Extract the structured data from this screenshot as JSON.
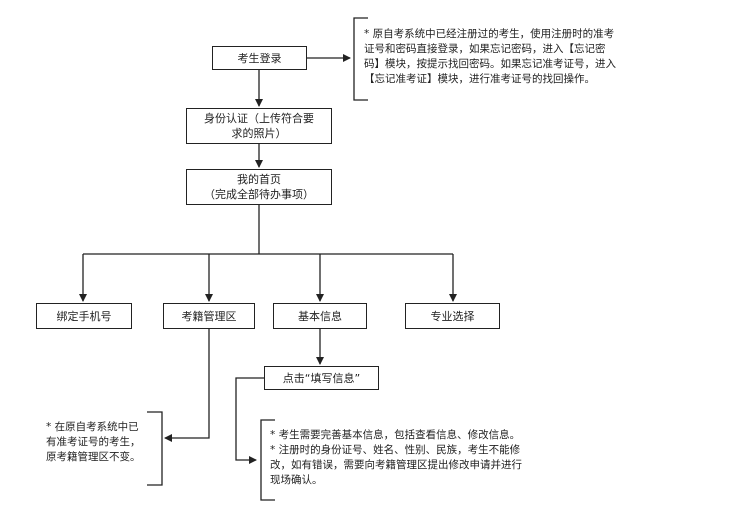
{
  "nodes": {
    "login": "考生登录",
    "verify": "身份认证（上传符合要\n求的照片）",
    "home": "我的首页\n（完成全部待办事项）",
    "bind_phone": "绑定手机号",
    "registry": "考籍管理区",
    "basic_info": "基本信息",
    "major": "专业选择",
    "fill_info": "点击“填写信息”"
  },
  "notes": {
    "login_note": "* 原自考系统中已经注册过的考生，使用注册时的准考\n证号和密码直接登录，如果忘记密码，进入【忘记密\n码】模块，按提示找回密码。如果忘记准考证号，进入\n【忘记准考证】模块，进行准考证号的找回操作。",
    "registry_note": "* 在原自考系统中已\n有准考证号的考生，\n原考籍管理区不变。",
    "info_note": "* 考生需要完善基本信息，包括查看信息、修改信息。\n* 注册时的身份证号、姓名、性别、民族，考生不能修\n改，如有错误，需要向考籍管理区提出修改申请并进行\n现场确认。"
  }
}
